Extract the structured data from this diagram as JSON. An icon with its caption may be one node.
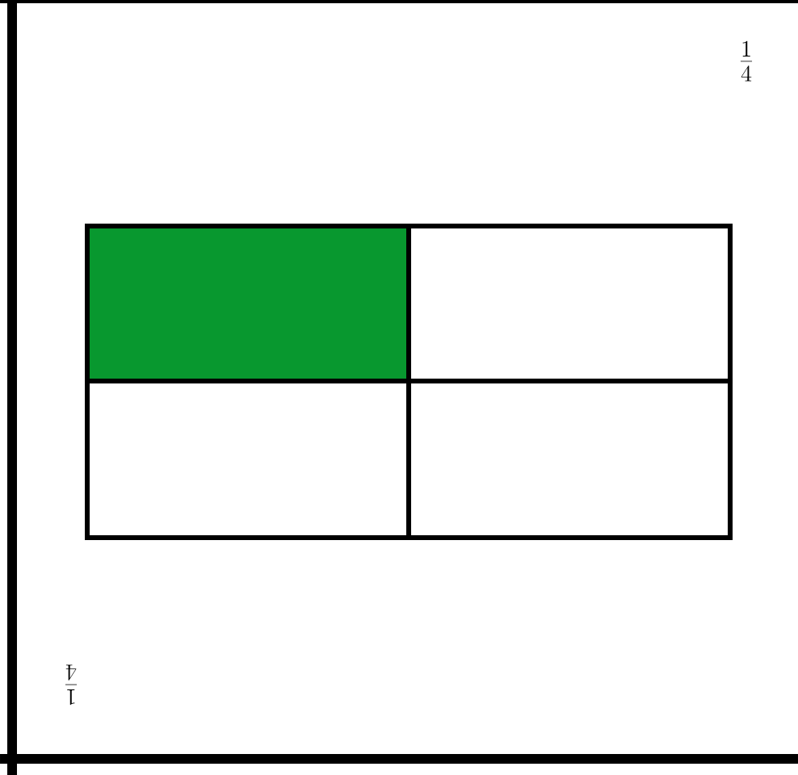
{
  "diagram": {
    "nodes": [
      {
        "text": [],
        "shape": "box"
      },
      {
        "text": [],
        "shape": "box"
      },
      {
        "text": [],
        "shape": "box"
      },
      {
        "text": [],
        "shape": "box"
      }
    ],
    "labels": [
      "\\frac{1}{4}",
      "\\frac{1}{4}"
    ]
  }
}
